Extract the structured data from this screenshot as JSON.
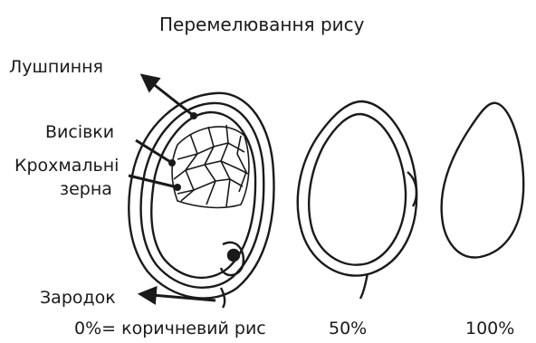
{
  "title": "Перемелювання рису",
  "labels": {
    "husk": "Лушпиння",
    "bran": "Висівки",
    "starch_line1": "Крохмальні",
    "starch_line2": "зерна",
    "germ": "Зародок"
  },
  "stages": {
    "brown": "0%= коричневий рис",
    "half": "50%",
    "full": "100%"
  },
  "colors": {
    "ink": "#1a1a1a",
    "background": "#ffffff"
  }
}
